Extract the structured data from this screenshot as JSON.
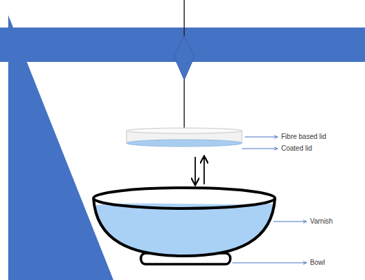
{
  "diagram": {
    "labels": [
      "Fibre based lid",
      "Coated lid",
      "Varnish",
      "Bowl"
    ]
  }
}
